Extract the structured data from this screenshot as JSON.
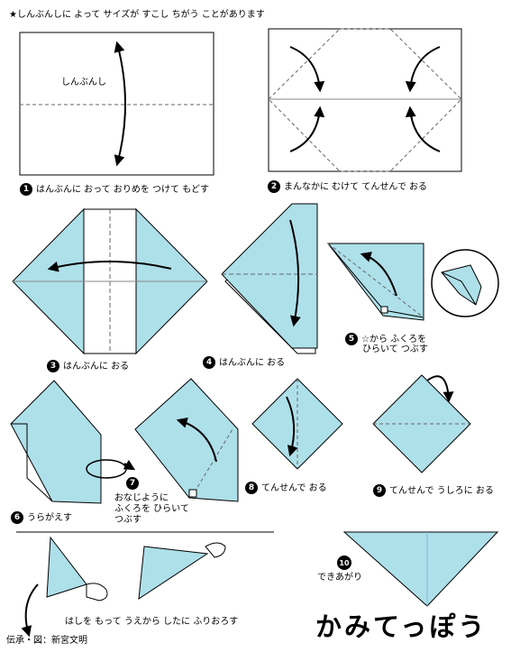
{
  "header_note": "★しんぶんしに よって サイズが すこし ちがう ことがあります",
  "colors": {
    "paper": "#aee0ea",
    "line": "#000000",
    "dash": "#666666",
    "page": "#ffffff"
  },
  "paper_label": "しんぶんし",
  "steps": [
    {
      "num": "1",
      "text": "はんぶんに おって おりめを つけて もどす"
    },
    {
      "num": "2",
      "text": "まんなかに むけて てんせんで おる"
    },
    {
      "num": "3",
      "text": "はんぶんに おる"
    },
    {
      "num": "4",
      "text": "はんぶんに おる"
    },
    {
      "num": "5",
      "line1": "☆から ふくろを",
      "line2": "ひらいて つぶす"
    },
    {
      "num": "6",
      "text": "うらがえす"
    },
    {
      "num": "7",
      "text": "おなじように\nふくろを ひらいて\nつぶす"
    },
    {
      "num": "8",
      "text": "てんせんで おる"
    },
    {
      "num": "9",
      "text": "てんせんで うしろに おる"
    },
    {
      "num": "10",
      "text": "できあがり"
    }
  ],
  "usage_caption": "はしを もって うえから したに ふりおろす",
  "credit": "伝承・図：新宮文明",
  "title": "かみてっぽう"
}
